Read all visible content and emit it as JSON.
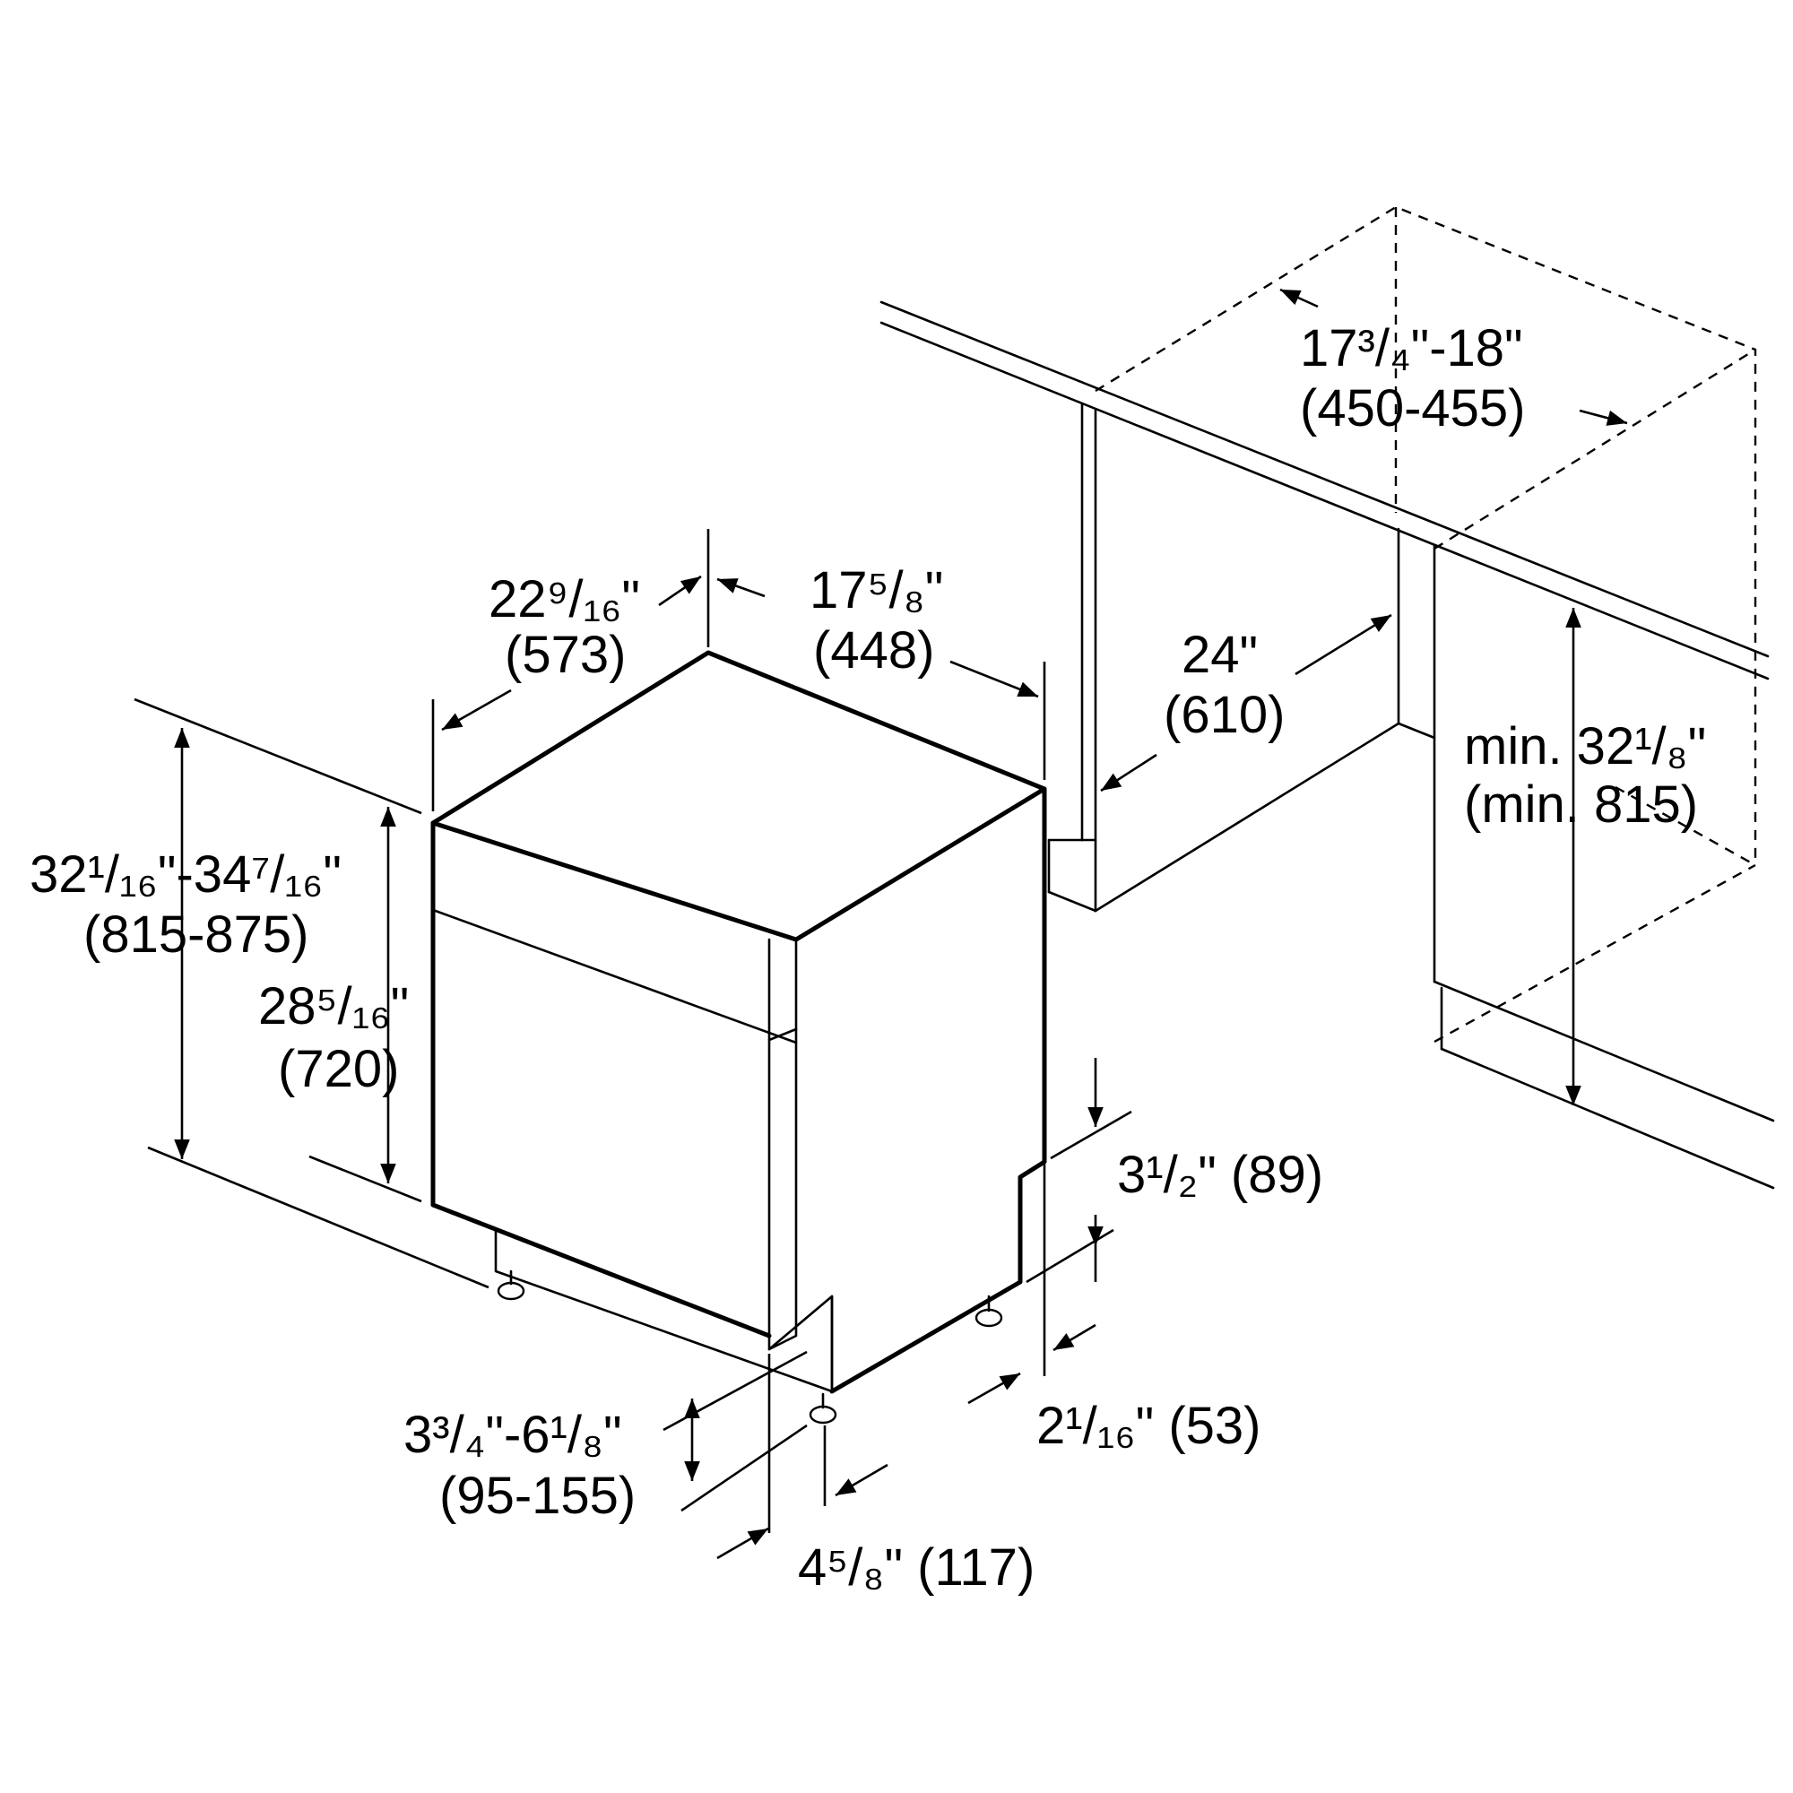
{
  "dimensions": {
    "depth_overall": {
      "line1": "22⁹/₁₆\"",
      "line2": "(573)"
    },
    "width": {
      "line1": "17⁵/₈\"",
      "line2": "(448)"
    },
    "height_range": {
      "line1": "32¹/₁₆\"-34⁷/₁₆\"",
      "line2": "(815-875)"
    },
    "body_height": {
      "line1": "28⁵/₁₆\"",
      "line2": "(720)"
    },
    "toe_kick_height": {
      "line1": "3¹/₂\" (89)"
    },
    "toe_kick_depth": {
      "line1": "2¹/₁₆\" (53)"
    },
    "foot_height_range": {
      "line1": "3³/₄\"-6¹/₈\"",
      "line2": "(95-155)"
    },
    "foot_setback": {
      "line1": "4⁵/₈\" (117)"
    },
    "cabinet_depth": {
      "line1": "24\"",
      "line2": "(610)"
    },
    "niche_width": {
      "line1": "17³/₄\"-18\"",
      "line2": "(450-455)"
    },
    "niche_height": {
      "line1": "min. 32¹/₈\"",
      "line2": "(min. 815)"
    }
  }
}
